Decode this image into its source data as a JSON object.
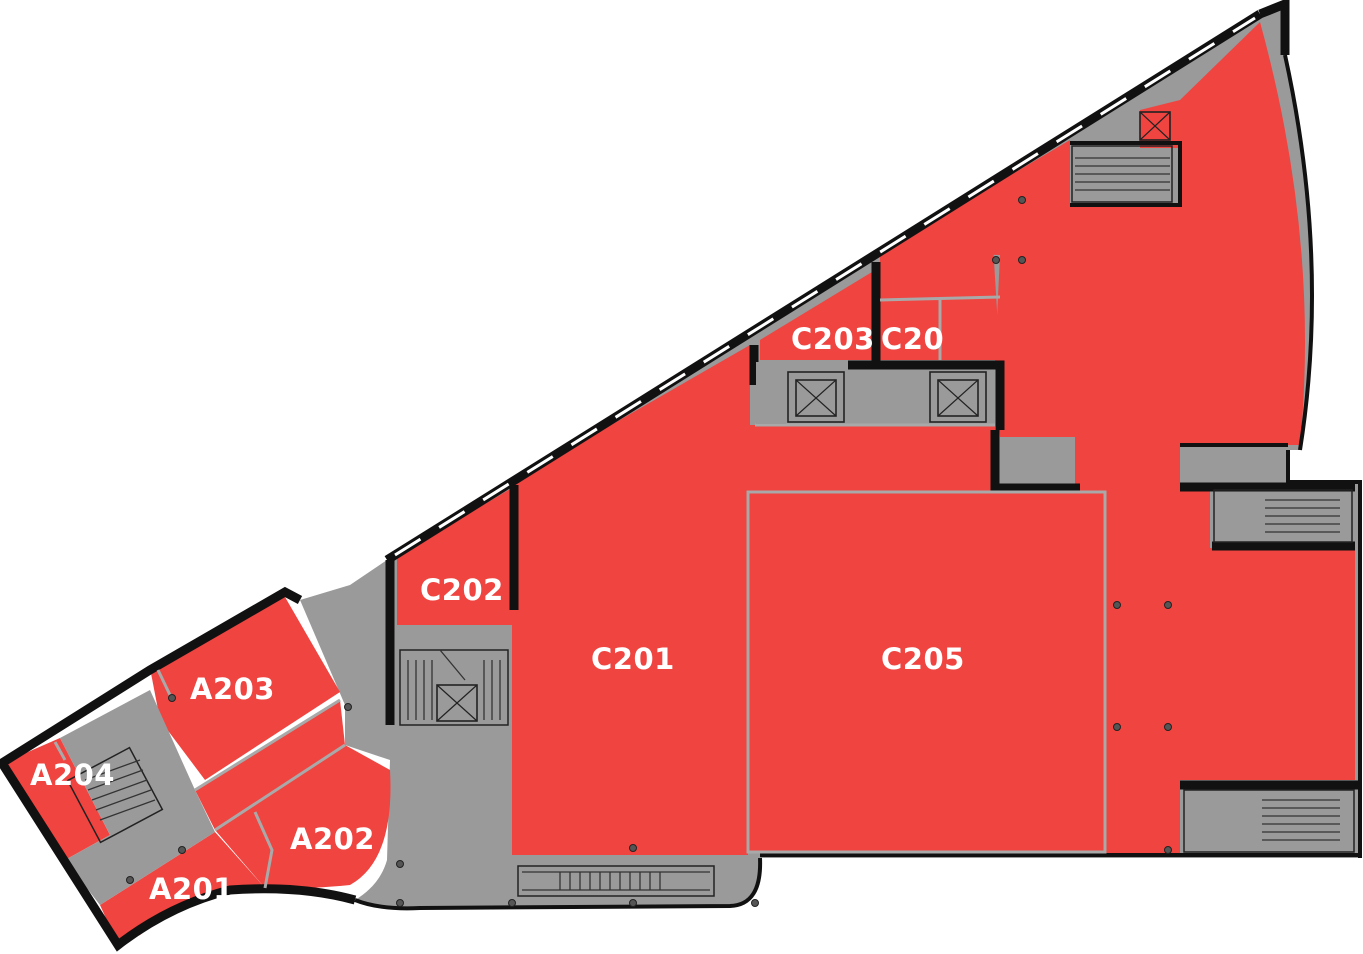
{
  "colors": {
    "room": "#ef4440",
    "core": "#9a9a9a",
    "wall": "#111111",
    "partition": "#a9a9a9"
  },
  "rooms": [
    {
      "id": "C201",
      "label": "C201"
    },
    {
      "id": "C202",
      "label": "C202"
    },
    {
      "id": "C203",
      "label": "C203"
    },
    {
      "id": "C204",
      "label": "C20"
    },
    {
      "id": "C205",
      "label": "C205"
    },
    {
      "id": "A201",
      "label": "A201"
    },
    {
      "id": "A202",
      "label": "A202"
    },
    {
      "id": "A203",
      "label": "A203"
    },
    {
      "id": "A204",
      "label": "A204"
    }
  ],
  "icons": [
    "stair-icon",
    "elevator-icon",
    "escalator-icon",
    "column-icon"
  ]
}
